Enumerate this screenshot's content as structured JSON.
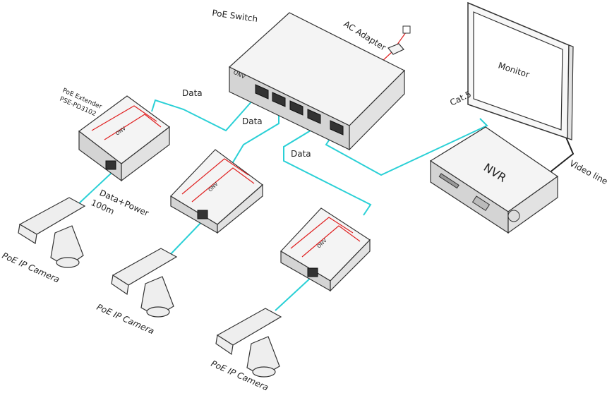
{
  "labels": {
    "poe_switch": "PoE Switch",
    "ac_adapter": "AC Adapter",
    "monitor": "Monitor",
    "nvr": "NVR",
    "video_line": "Video line",
    "cat5": "Cat.5",
    "data_1": "Data",
    "data_2": "Data",
    "data_3": "Data",
    "extender_name": "PoE Extender",
    "extender_model": "PSE-PD3102",
    "data_power": "Data+Power",
    "distance": "100m",
    "camera_1": "PoE IP Camera",
    "camera_2": "PoE IP Camera",
    "camera_3": "PoE IP Camera",
    "brand": "ONV"
  },
  "colors": {
    "cable": "#2ad0d6",
    "power_cable": "#e02020",
    "outline": "#333333"
  }
}
